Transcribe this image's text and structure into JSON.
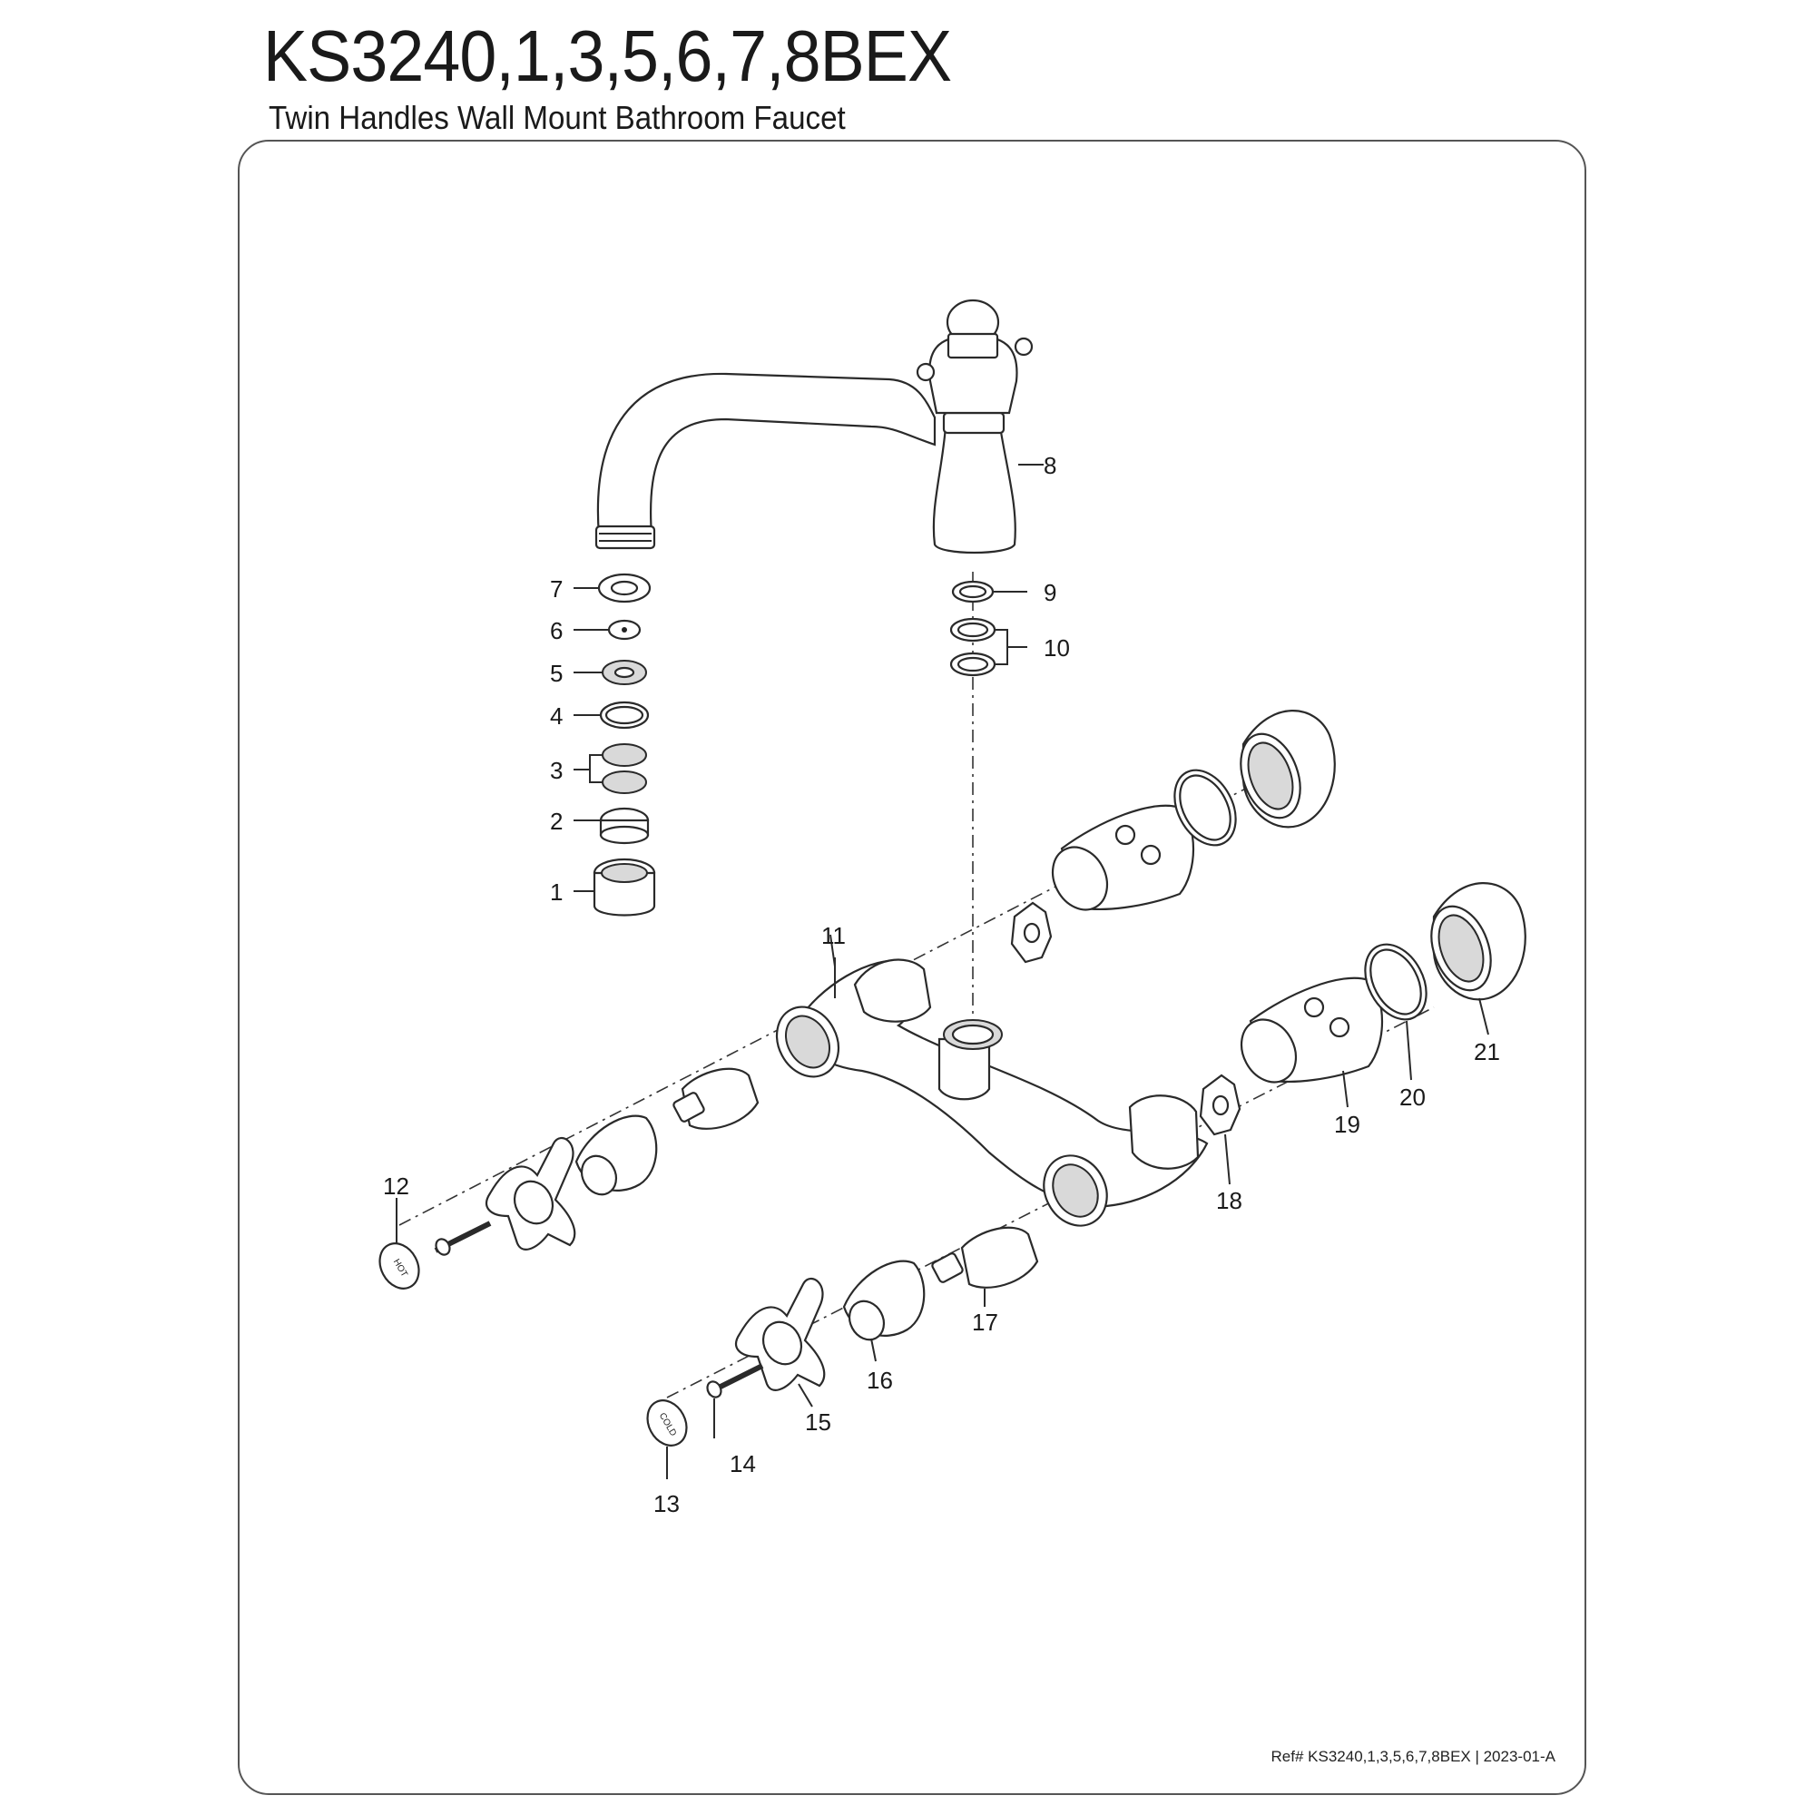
{
  "header": {
    "title": "KS3240,1,3,5,6,7,8BEX",
    "subtitle": "Twin Handles Wall Mount Bathroom Faucet"
  },
  "footer": {
    "reference": "Ref# KS3240,1,3,5,6,7,8BEX | 2023-01-A"
  },
  "parts": {
    "p1": "1",
    "p2": "2",
    "p3": "3",
    "p4": "4",
    "p5": "5",
    "p6": "6",
    "p7": "7",
    "p8": "8",
    "p9": "9",
    "p10": "10",
    "p11": "11",
    "p12": "12",
    "p13": "13",
    "p14": "14",
    "p15": "15",
    "p16": "16",
    "p17": "17",
    "p18": "18",
    "p19": "19",
    "p20": "20",
    "p21": "21"
  },
  "caps": {
    "hot": "HOT",
    "cold": "COLD"
  }
}
